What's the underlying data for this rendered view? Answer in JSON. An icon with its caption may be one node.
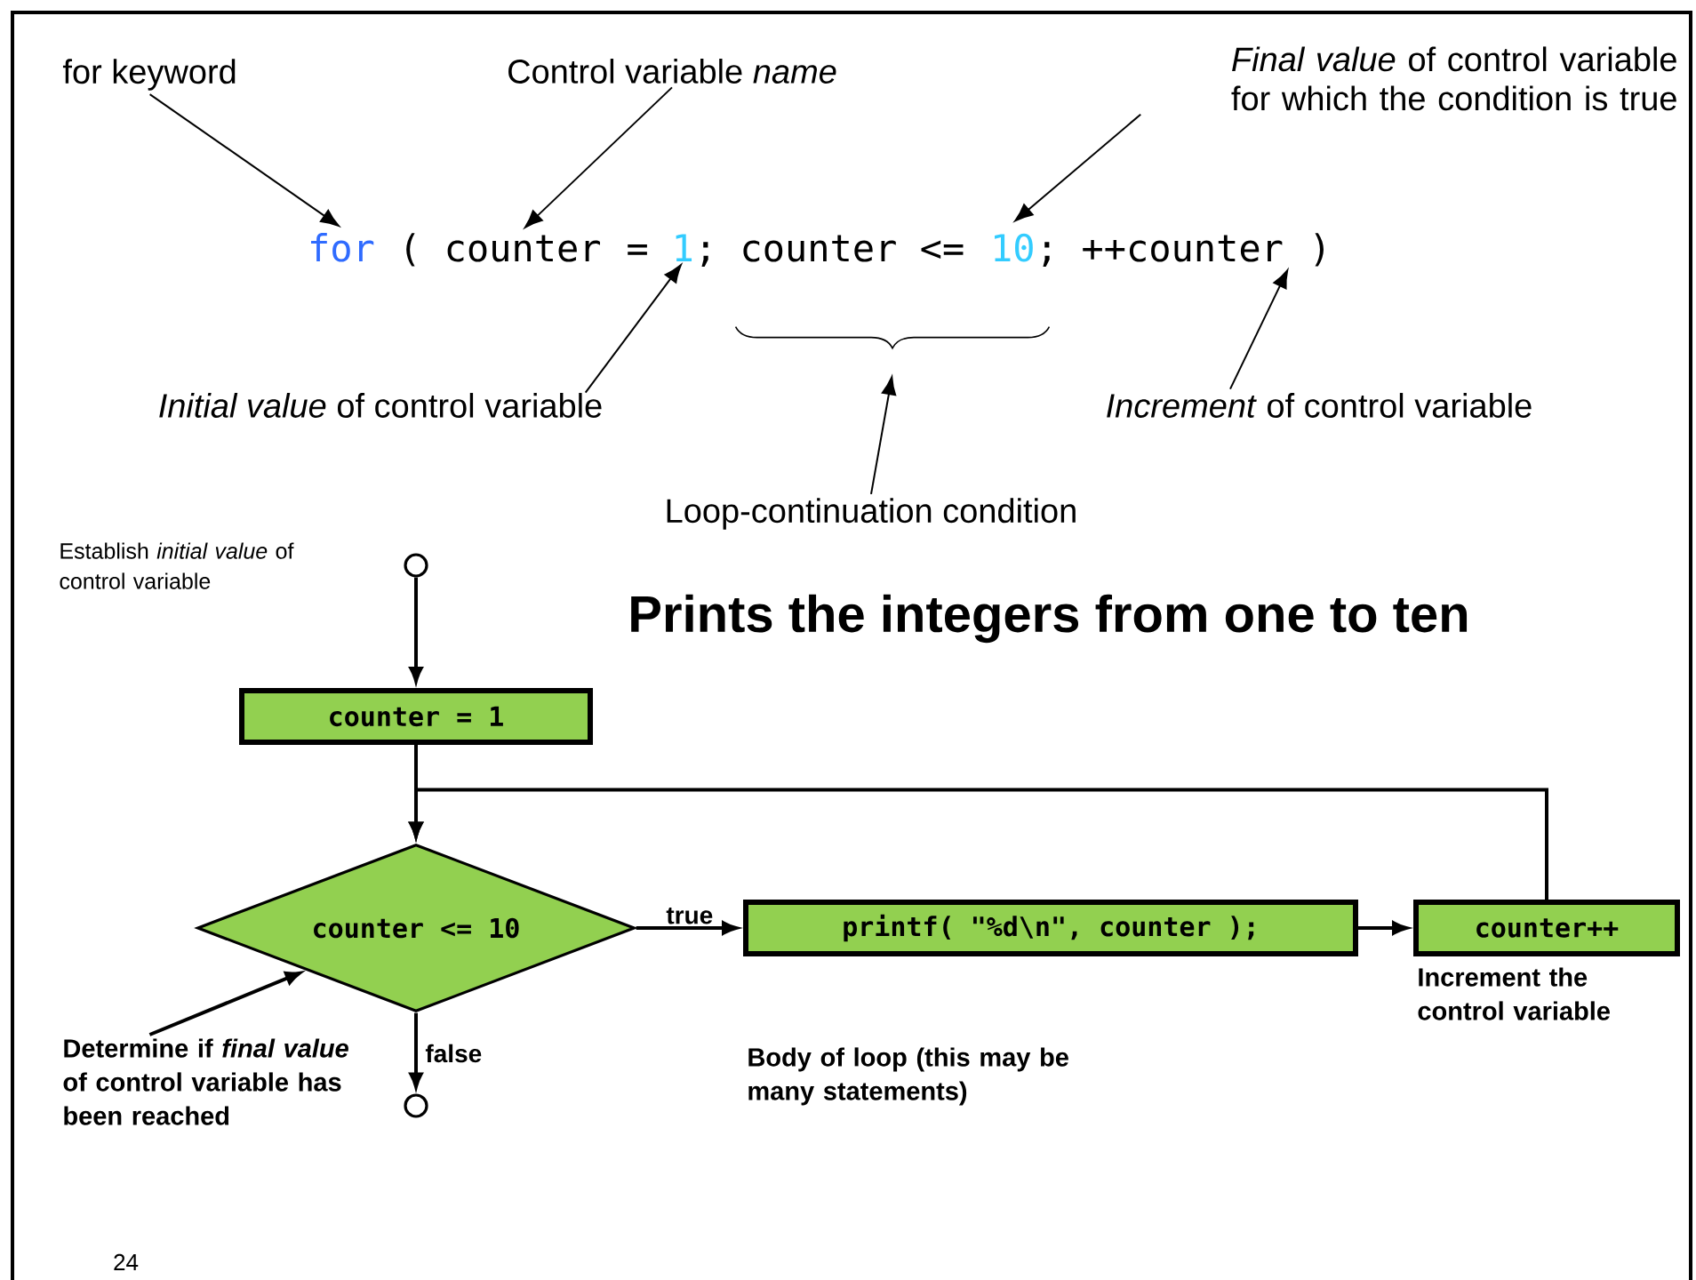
{
  "diagram": {
    "title": "Prints the integers from one to ten",
    "nodes": [
      {
        "text": [
          "for keyword"
        ]
      },
      {
        "text": [
          "Control variable *name*"
        ]
      },
      {
        "text": [
          "*Final value* of control variable for which the condition is true"
        ]
      },
      {
        "text": [
          "for"
        ]
      },
      {
        "text": [
          "("
        ]
      },
      {
        "text": [
          "counter"
        ]
      },
      {
        "text": [
          "="
        ]
      },
      {
        "text": [
          "1"
        ]
      },
      {
        "text": [
          ";"
        ]
      },
      {
        "text": [
          "counter <="
        ]
      },
      {
        "text": [
          "10"
        ]
      },
      {
        "text": [
          ";"
        ]
      },
      {
        "text": [
          "++counter"
        ]
      },
      {
        "text": [
          ")"
        ]
      },
      {
        "text": [
          "*Initial value* of control variable"
        ]
      },
      {
        "text": [],
        "shape": "brace"
      },
      {
        "text": [
          "*Increment* of control variable"
        ]
      },
      {
        "text": [
          "Loop-continuation condition"
        ]
      },
      {
        "text": [],
        "shape": "circle"
      },
      {
        "text": [
          "counter = 1"
        ]
      },
      {
        "text": [
          "counter <= 10"
        ]
      },
      {
        "text": [
          "printf( \"%d\\n\", counter );"
        ],
        "beside": [
          "Body of loop (this may be many statements)"
        ]
      },
      {
        "text": [
          "counter++"
        ],
        "beside": [
          "Increment the control variable"
        ]
      },
      {
        "text": [],
        "shape": "circle"
      },
      {
        "text": [
          "Determine if *final value* of control variable has been reached"
        ]
      }
    ],
    "edges": [
      {
        "from": 0,
        "to": 3,
        "arrow": "to"
      },
      {
        "from": 1,
        "to": 5,
        "arrow": "to"
      },
      {
        "from": 2,
        "to": 10,
        "arrow": "to"
      },
      {
        "from": 14,
        "to": 7,
        "arrow": "to"
      },
      {
        "from": 16,
        "to": 12,
        "arrow": "to"
      },
      {
        "from": 17,
        "to": 15,
        "arrow": "to"
      },
      {
        "from": 18,
        "to": 19,
        "arrow": "to"
      },
      {
        "from": 19,
        "to": 20,
        "arrow": "to"
      },
      {
        "from": 20,
        "to": 21,
        "arrow": "to",
        "label": "true"
      },
      {
        "from": 21,
        "to": 22,
        "arrow": "to"
      },
      {
        "from": 22,
        "to": 20,
        "arrow": "to"
      },
      {
        "from": 20,
        "to": 23,
        "arrow": "to",
        "label": "false"
      },
      {
        "from": 24,
        "to": 20,
        "arrow": "to"
      }
    ],
    "labels": [
      "Establish *initial value* of control variable",
      "24"
    ]
  }
}
